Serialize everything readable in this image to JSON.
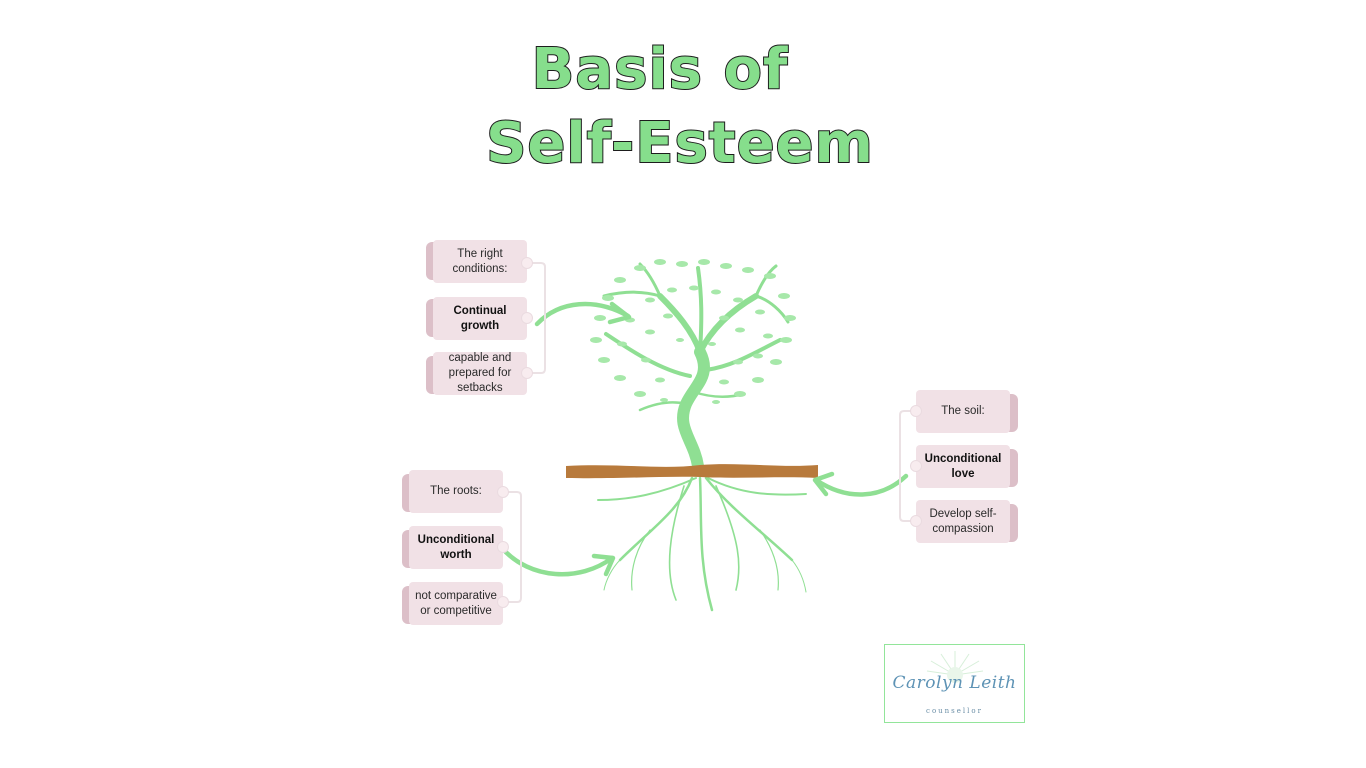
{
  "title": {
    "line1": "Basis of",
    "line2": "Self-Esteem"
  },
  "colors": {
    "title_fill": "#86de8c",
    "title_outline": "#1d1d1d",
    "tree": "#8fdf93",
    "soil_line": "#b87a3c",
    "card": "#f1e1e6",
    "card_tab": "#dcbfc8",
    "arrow": "#8fdf93",
    "logo_border": "#92e59a",
    "logo_text": "#5e93b5"
  },
  "groups": {
    "conditions": {
      "items": [
        {
          "text": "The right conditions:",
          "bold": false
        },
        {
          "text": "Continual growth",
          "bold": true
        },
        {
          "text": "capable and prepared for setbacks",
          "bold": false
        }
      ]
    },
    "roots": {
      "items": [
        {
          "text": "The roots:",
          "bold": false
        },
        {
          "text": "Unconditional worth",
          "bold": true
        },
        {
          "text": "not comparative or competitive",
          "bold": false
        }
      ]
    },
    "soil": {
      "items": [
        {
          "text": "The soil:",
          "bold": false
        },
        {
          "text": "Unconditional love",
          "bold": true
        },
        {
          "text": "Develop self-compassion",
          "bold": false
        }
      ]
    }
  },
  "logo": {
    "name": "Carolyn Leith",
    "subtitle": "counsellor"
  },
  "icons": [
    "tree-icon",
    "arrow-icon",
    "sun-icon"
  ]
}
